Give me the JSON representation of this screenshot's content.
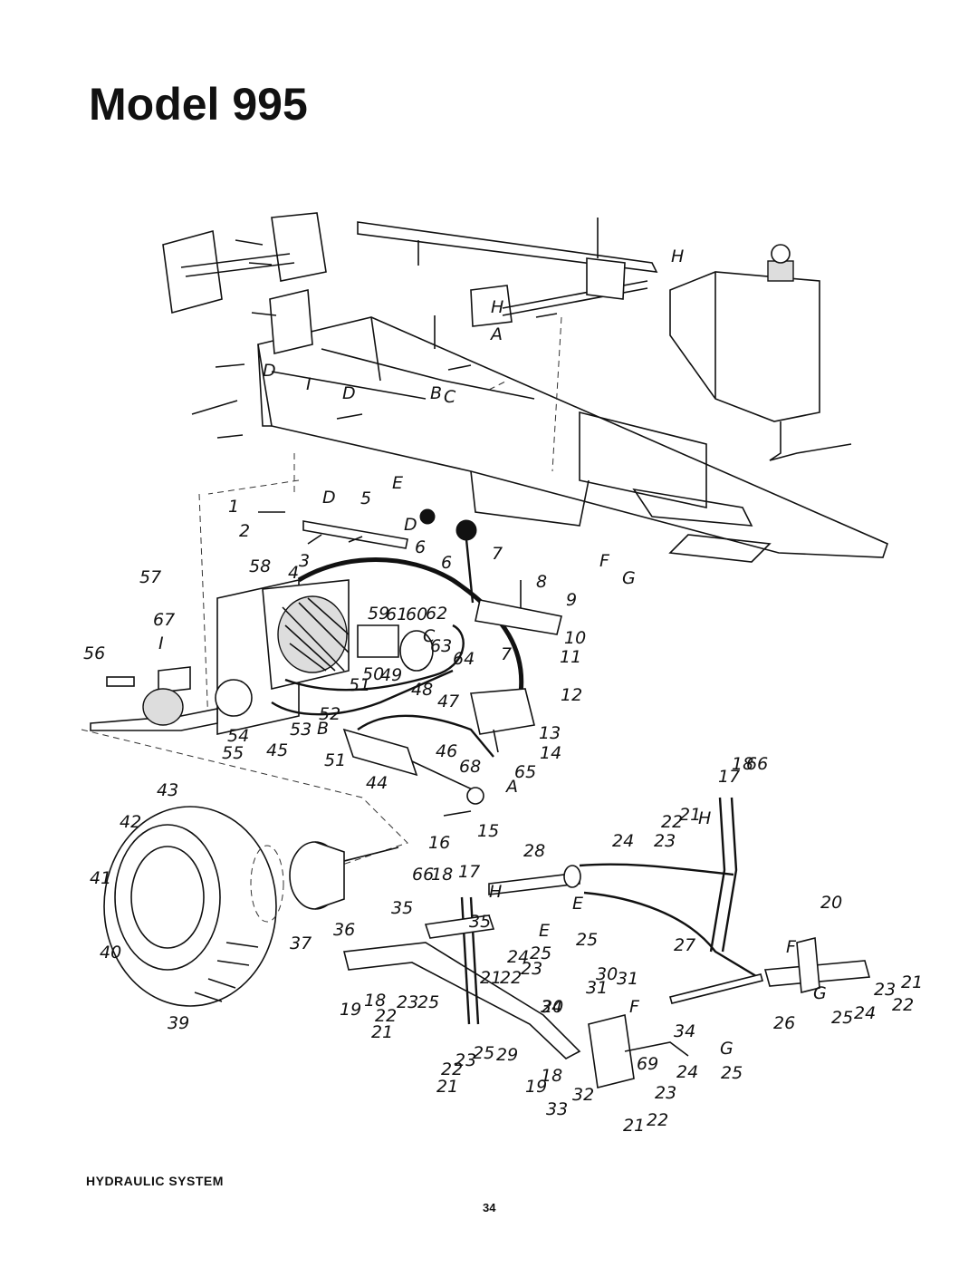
{
  "header": {
    "title": "Model 995"
  },
  "footer": {
    "caption": "HYDRAULIC SYSTEM",
    "page_number": "34"
  },
  "diagram": {
    "callouts": [
      "1",
      "2",
      "3",
      "4",
      "5",
      "6",
      "7",
      "8",
      "9",
      "10",
      "11",
      "12",
      "13",
      "14",
      "15",
      "16",
      "17",
      "18",
      "19",
      "20",
      "21",
      "22",
      "23",
      "24",
      "25",
      "26",
      "27",
      "28",
      "29",
      "30",
      "31",
      "32",
      "33",
      "34",
      "35",
      "36",
      "37",
      "39",
      "40",
      "41",
      "42",
      "43",
      "44",
      "45",
      "46",
      "47",
      "48",
      "49",
      "50",
      "51",
      "52",
      "53",
      "54",
      "55",
      "56",
      "57",
      "58",
      "59",
      "60",
      "61",
      "62",
      "63",
      "64",
      "65",
      "66",
      "67",
      "68",
      "69"
    ],
    "reference_letters": [
      "A",
      "B",
      "C",
      "D",
      "E",
      "F",
      "G",
      "H",
      "I"
    ]
  }
}
